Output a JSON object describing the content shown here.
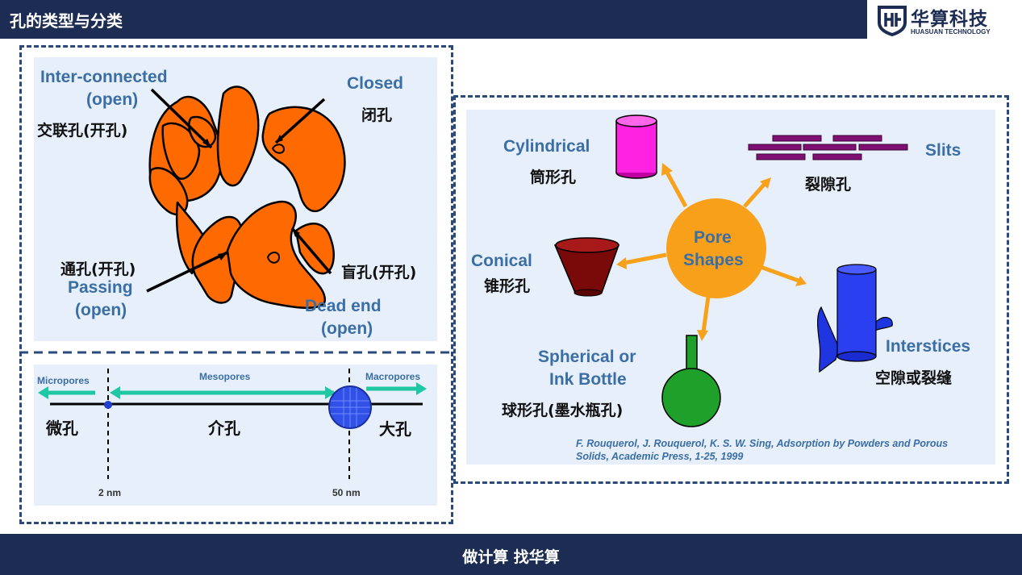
{
  "header": {
    "title": "孔的类型与分类"
  },
  "logo": {
    "name": "华算科技",
    "sub": "HUASUAN TECHNOLOGY"
  },
  "footer": {
    "slogan": "做计算 找华算"
  },
  "pore_types": {
    "interconnected_en_1": "Inter-connected",
    "interconnected_en_2": "(open)",
    "interconnected_cn": "交联孔(开孔)",
    "closed_en": "Closed",
    "closed_cn": "闭孔",
    "passing_cn": "通孔(开孔)",
    "passing_en_1": "Passing",
    "passing_en_2": "(open)",
    "deadend_cn": "盲孔(开孔)",
    "deadend_en_1": "Dead end",
    "deadend_en_2": "(open)"
  },
  "pore_sizes": {
    "micropores": "Micropores",
    "mesopores": "Mesopores",
    "macropores": "Macropores",
    "micro_cn": "微孔",
    "meso_cn": "介孔",
    "macro_cn": "大孔",
    "tick_2nm": "2 nm",
    "tick_50nm": "50 nm"
  },
  "pore_shapes": {
    "center_1": "Pore",
    "center_2": "Shapes",
    "cylindrical_en": "Cylindrical",
    "cylindrical_cn": "筒形孔",
    "slits_en": "Slits",
    "slits_cn": "裂隙孔",
    "conical_en": "Conical",
    "conical_cn": "锥形孔",
    "interstices_en": "Interstices",
    "interstices_cn": "空隙或裂缝",
    "spherical_en_1": "Spherical or",
    "spherical_en_2": "Ink Bottle",
    "spherical_cn": "球形孔(墨水瓶孔)",
    "citation_1": "F. Rouquerol, J. Rouquerol, K. S. W. Sing, Adsorption by Powders and Porous",
    "citation_2": "Solids, Academic Press, 1-25, 1999"
  },
  "colors": {
    "navy": "#1c2c52",
    "panel": "#e6effa",
    "label_blue": "#3a6ea5",
    "orange": "#ff6a00",
    "teal": "#1fc7a3"
  }
}
